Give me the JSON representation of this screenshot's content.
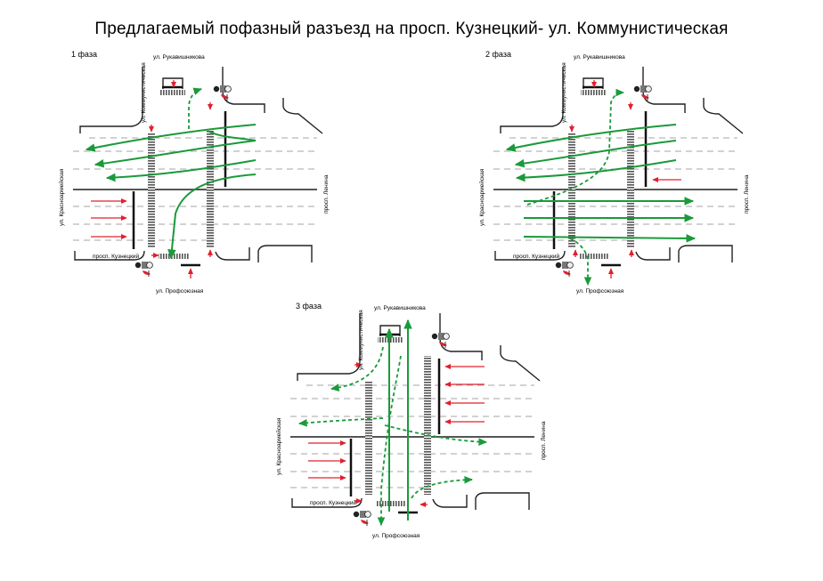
{
  "title": "Предлагаемый пофазный разъезд на просп. Кузнецкий- ул. Коммунистическая",
  "phases": [
    {
      "label": "1 фаза"
    },
    {
      "label": "2 фаза"
    },
    {
      "label": "3 фаза"
    }
  ],
  "streets": {
    "rukavishnikova": "ул. Рукавишникова",
    "kommunisticheskaya": "ул. Коммунистическая",
    "krasnoarmeyskaya": "ул. Красноармейская",
    "lenina": "просп. Ленина",
    "kuznetsky": "просп. Кузнецкий",
    "profsoyuznaya": "ул. Профсоюзная"
  },
  "colors": {
    "permitted_traffic": "#1a9a3a",
    "prohibited_traffic": "#e0202c",
    "road": "#222222",
    "lane_divider": "#888888"
  },
  "icons": [
    "traffic-light-icon",
    "stop-arrow-icon",
    "movement-arrow-icon",
    "crosswalk-icon"
  ]
}
